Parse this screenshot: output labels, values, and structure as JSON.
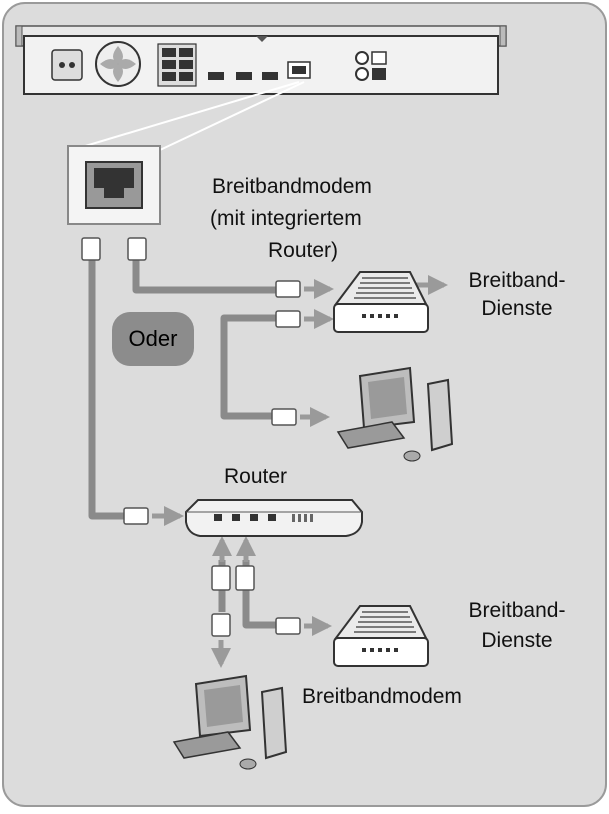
{
  "labels": {
    "modem_router_line1": "Breitbandmodem",
    "modem_router_line2": "(mit integriertem",
    "modem_router_line3": "Router)",
    "service_top_line1": "Breitband-",
    "service_top_line2": "Dienste",
    "or_badge": "Oder",
    "router": "Router",
    "service_bottom_line1": "Breitband-",
    "service_bottom_line2": "Dienste",
    "modem_bottom": "Breitbandmodem"
  },
  "colors": {
    "panel_bg": "#dcdcdc",
    "panel_border": "#9a9a9a",
    "cable": "#8a8a8a",
    "arrow": "#9a9a9a",
    "badge_bg": "#8c8c8c"
  }
}
